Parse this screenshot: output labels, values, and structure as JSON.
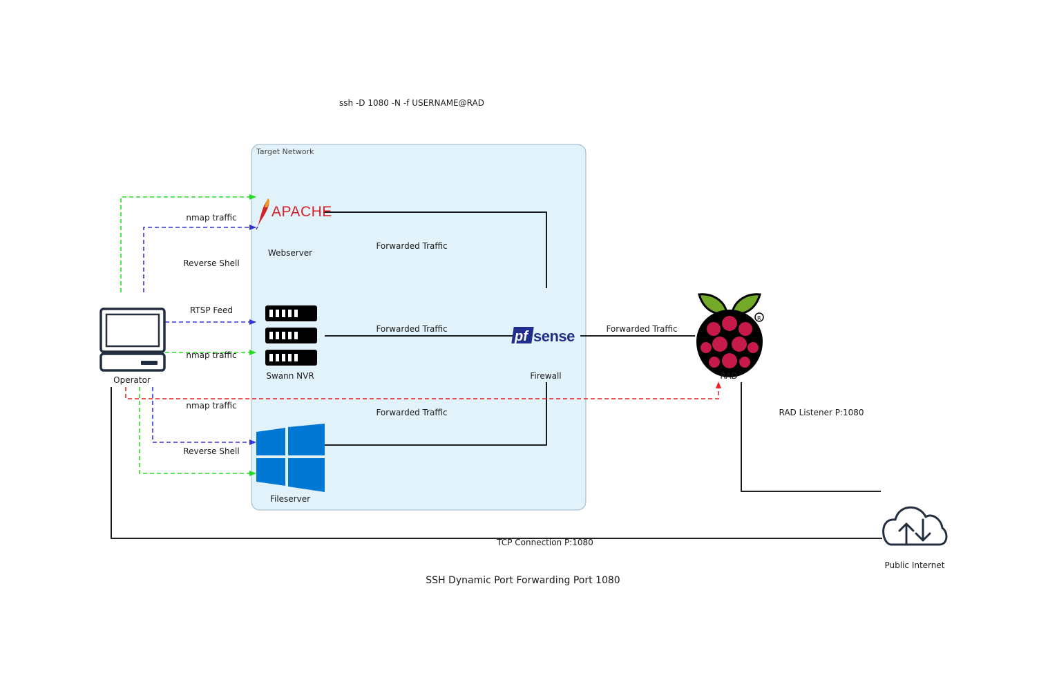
{
  "diagram": {
    "title": "SSH Dynamic Port Forwarding Port 1080",
    "command": "ssh -D 1080 -N -f USERNAME@RAD",
    "group": {
      "label": "Target Network",
      "fill": "#e1f2fb",
      "stroke": "#9ab3c7"
    },
    "nodes": {
      "operator": {
        "label": "Operator",
        "icon": "laptop-icon"
      },
      "webserver": {
        "label": "Webserver",
        "icon": "apache-logo",
        "logo_text": "APACHE"
      },
      "nvr": {
        "label": "Swann NVR",
        "icon": "server-rack-icon"
      },
      "fileserver": {
        "label": "Fileserver",
        "icon": "windows-logo"
      },
      "firewall": {
        "label": "Firewall",
        "icon": "pfsense-logo",
        "logo_text_pf": "pf",
        "logo_text_sense": "sense"
      },
      "rad": {
        "label": "RAD",
        "icon": "raspberry-pi-logo"
      },
      "internet": {
        "label": "Public Internet",
        "icon": "cloud-upload-download-icon"
      }
    },
    "edge_labels": {
      "nmap_web": "nmap traffic",
      "revshell_web": "Reverse Shell",
      "rtsp": "RTSP Feed",
      "nmap_nvr": "nmap traffic",
      "nmap_file": "nmap traffic",
      "revshell_file": "Reverse Shell",
      "fwd_web": "Forwarded Traffic",
      "fwd_nvr": "Forwarded Traffic",
      "fwd_file": "Forwarded Traffic",
      "fwd_rad": "Forwarded Traffic",
      "rad_listener": "RAD Listener P:1080",
      "tcp": "TCP Connection P:1080"
    },
    "colors": {
      "green_dashed": "#22dd22",
      "blue_dashed": "#3333dd",
      "red_dashed": "#ee2222",
      "windows_blue": "#0078d4",
      "apache_red": "#d22128",
      "pfsense_blue": "#212d8c",
      "raspberry_red": "#c51a4a",
      "raspberry_green": "#75a928",
      "icon_dark": "#232f3e"
    }
  }
}
